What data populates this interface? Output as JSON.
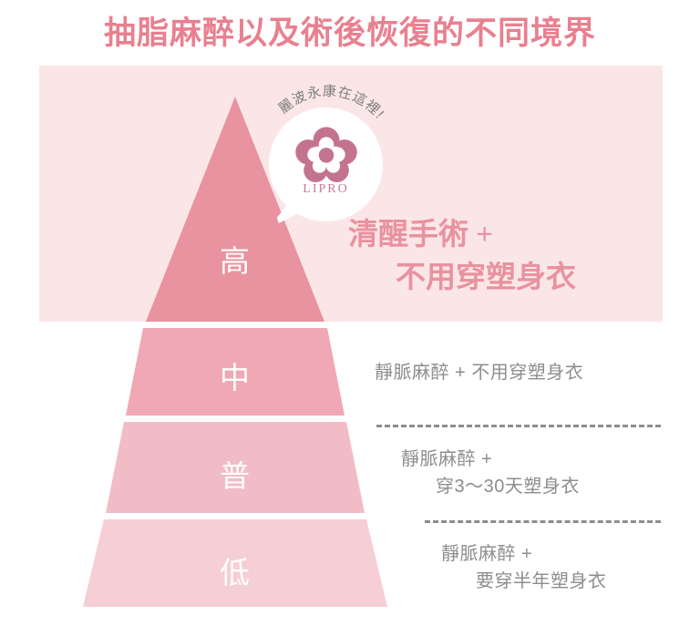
{
  "page": {
    "title": "抽脂麻醉以及術後恢復的不同境界",
    "background_color": "#ffffff",
    "accent_color": "#e8808f",
    "band_color": "#fbe6e7"
  },
  "logo_bubble": {
    "arch_text": "麗波永康在這裡!",
    "brand": "LIPRO",
    "icon": "flower-logo-icon",
    "petal_color": "#c4738f",
    "center_color": "#c4738f"
  },
  "pyramid": {
    "tiers": [
      {
        "label": "高",
        "color": "#e8939f",
        "description_lines": [
          "清醒手術 +",
          "不用穿塑身衣"
        ],
        "style": "hero"
      },
      {
        "label": "中",
        "color": "#efa8b4",
        "description_lines": [
          "靜脈麻醉 + 不用穿塑身衣"
        ],
        "style": "plain"
      },
      {
        "label": "普",
        "color": "#f2bcc6",
        "description_lines": [
          "靜脈麻醉 +",
          "穿3〜30天塑身衣"
        ],
        "style": "plain"
      },
      {
        "label": "低",
        "color": "#f6ced6",
        "description_lines": [
          "靜脈麻醉 +",
          "要穿半年塑身衣"
        ],
        "style": "plain"
      }
    ]
  },
  "dividers": {
    "color": "#8d8d8d",
    "style": "dashed",
    "count": 2
  },
  "hero": {
    "line1": "清醒手術 +",
    "line2": "不用穿塑身衣"
  },
  "desc1": {
    "line1": "靜脈麻醉 + 不用穿塑身衣"
  },
  "desc2": {
    "line1": "靜脈麻醉 +",
    "line2": "穿3〜30天塑身衣"
  },
  "desc3": {
    "line1": "靜脈麻醉 +",
    "line2": "要穿半年塑身衣"
  }
}
